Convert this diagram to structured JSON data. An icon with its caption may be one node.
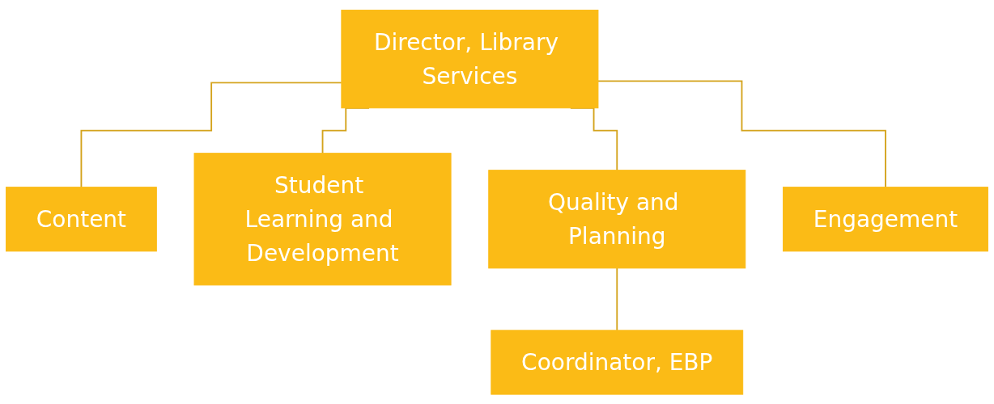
{
  "diagram": {
    "nodes": [
      {
        "text": [
          "Director, Library Services"
        ]
      },
      {
        "text": [
          "Content"
        ]
      },
      {
        "text": [
          "Student Learning and Development"
        ]
      },
      {
        "text": [
          "Quality and Planning"
        ]
      },
      {
        "text": [
          "Engagement"
        ]
      },
      {
        "text": [
          "Coordinator, EBP"
        ]
      }
    ],
    "edges": [
      {
        "from": 0,
        "to": 1,
        "arrow": "none"
      },
      {
        "from": 0,
        "to": 2,
        "arrow": "none"
      },
      {
        "from": 0,
        "to": 3,
        "arrow": "none"
      },
      {
        "from": 0,
        "to": 4,
        "arrow": "none"
      },
      {
        "from": 3,
        "to": 5,
        "arrow": "none"
      }
    ]
  }
}
